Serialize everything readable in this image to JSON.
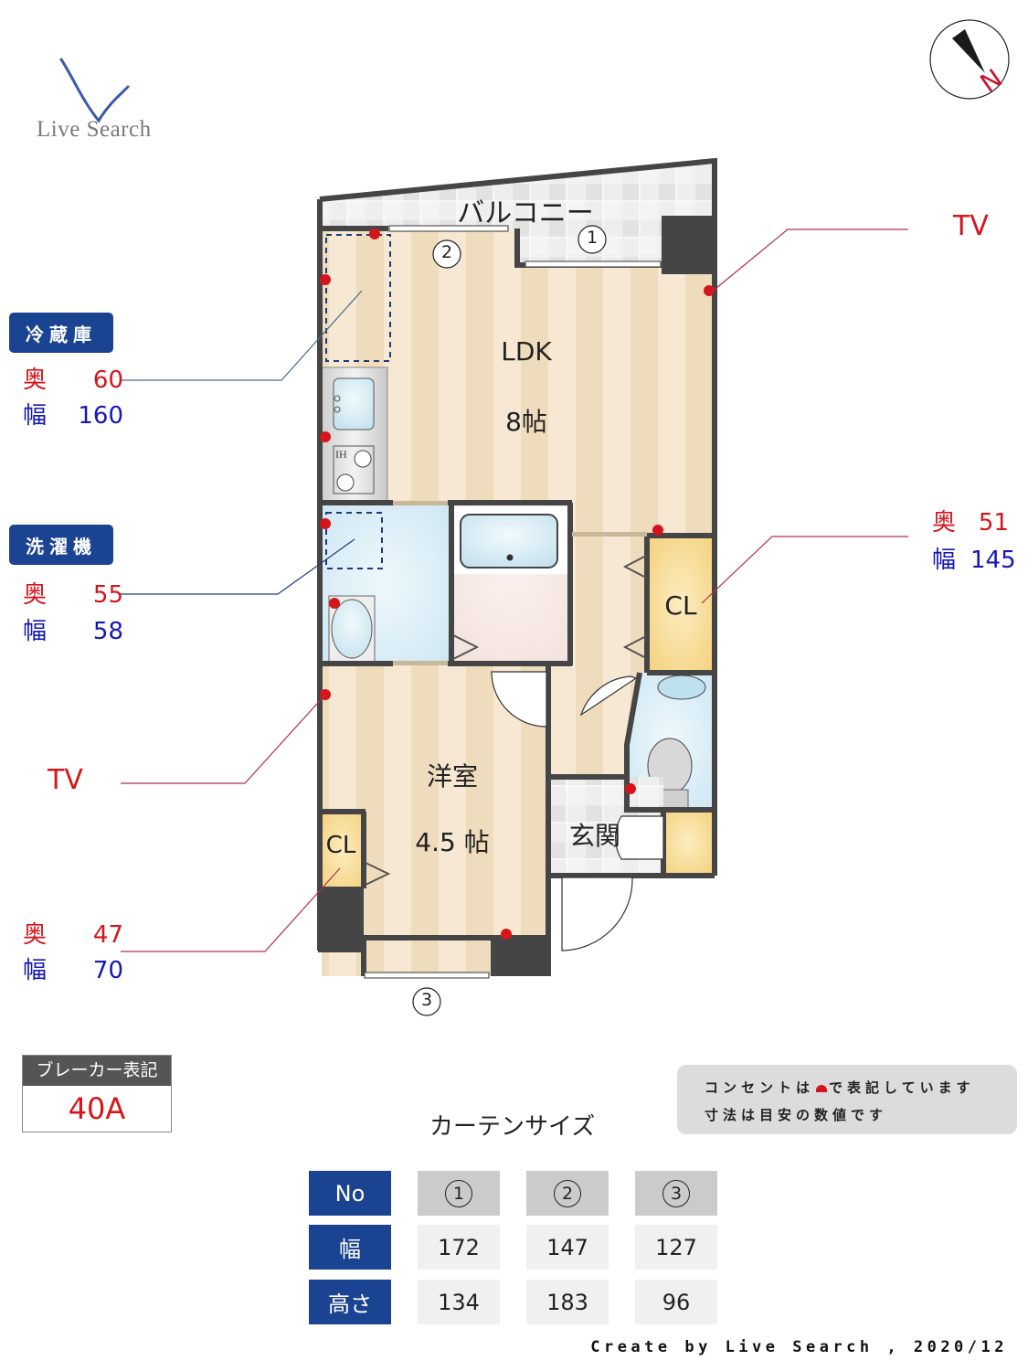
{
  "logo": {
    "brand": "Live Search",
    "accent": "#3a5aa8"
  },
  "compass": {
    "label": "N",
    "needle_color": "#1a1a1a",
    "label_color": "#c8102e"
  },
  "floorplan": {
    "rooms": {
      "balcony": "バルコニー",
      "ldk_name": "LDK",
      "ldk_size": "8帖",
      "western_name": "洋室",
      "western_size": "4.5 帖",
      "entrance": "玄関",
      "closet_right": "CL",
      "closet_left": "CL",
      "ih_label": "IH"
    },
    "window_markers": [
      "1",
      "2",
      "3"
    ],
    "colors": {
      "wall": "#454545",
      "floor_light": "#f6e8d2",
      "floor_dark": "#efdcbd",
      "wet_area": "#d6ecf6",
      "closet": "#f8d98e",
      "outlet": "#d6141b",
      "balcony_tile": "#e8e8e8"
    }
  },
  "callouts": {
    "fridge": {
      "tag": "冷蔵庫",
      "depth_label": "奥",
      "depth": "60",
      "width_label": "幅",
      "width": "160"
    },
    "washer": {
      "tag": "洗濯機",
      "depth_label": "奥",
      "depth": "55",
      "width_label": "幅",
      "width": "58"
    },
    "tv_left": {
      "label": "TV"
    },
    "closet_left": {
      "depth_label": "奥",
      "depth": "47",
      "width_label": "幅",
      "width": "70"
    },
    "tv_right": {
      "label": "TV"
    },
    "closet_right": {
      "depth_label": "奥",
      "depth": "51",
      "width_label": "幅",
      "width": "145"
    }
  },
  "breaker": {
    "header": "ブレーカー表記",
    "value": "40A"
  },
  "note": {
    "line1_before": "コンセントは",
    "line1_after": "で表記しています",
    "line2": "寸法は目安の数値です"
  },
  "curtain": {
    "title": "カーテンサイズ",
    "row_headers": [
      "No",
      "幅",
      "高さ"
    ],
    "columns": [
      {
        "no": "1",
        "width": "172",
        "height": "134"
      },
      {
        "no": "2",
        "width": "147",
        "height": "183"
      },
      {
        "no": "3",
        "width": "127",
        "height": "96"
      }
    ]
  },
  "footer": {
    "credit": "Create by Live Search , 2020/12"
  }
}
